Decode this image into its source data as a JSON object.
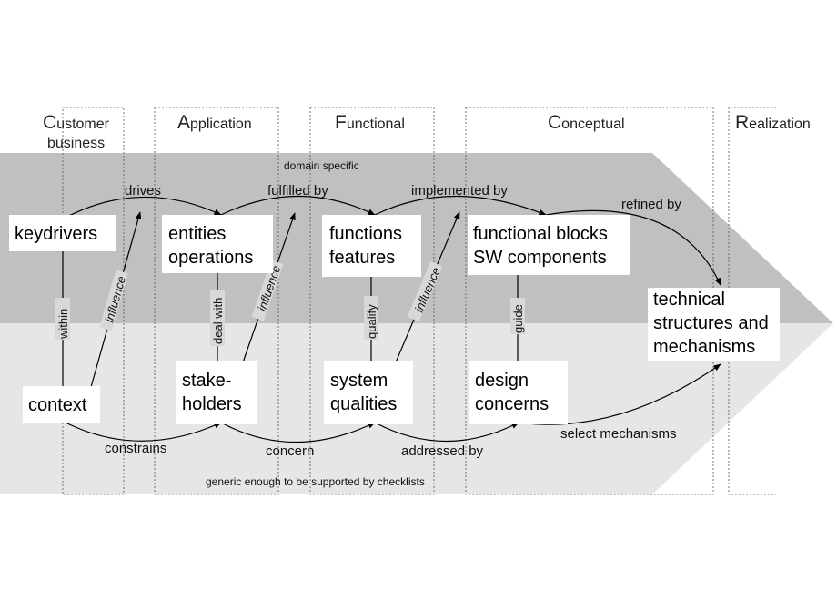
{
  "columns": {
    "customer": {
      "cap": "C",
      "rest": "ustomer",
      "line2": "business"
    },
    "application": {
      "cap": "A",
      "rest": "pplication"
    },
    "functional": {
      "cap": "F",
      "rest": "unctional"
    },
    "conceptual": {
      "cap": "C",
      "rest": "onceptual"
    },
    "realization": {
      "cap": "R",
      "rest": "ealization"
    }
  },
  "bands": {
    "top": "domain specific",
    "bottom": "generic enough to be supported by checklists"
  },
  "boxes": {
    "keydrivers": [
      "keydrivers"
    ],
    "entities": [
      "entities",
      "operations"
    ],
    "functions": [
      "functions",
      "features"
    ],
    "blocks": [
      "functional blocks",
      "SW components"
    ],
    "technical": [
      "technical",
      "structures and",
      "mechanisms"
    ],
    "context": [
      "context"
    ],
    "stakeholders": [
      "stake-",
      "holders"
    ],
    "qualities": [
      "system",
      "qualities"
    ],
    "design": [
      "design",
      "concerns"
    ]
  },
  "edges": {
    "drives": "drives",
    "fulfilled_by": "fulfilled by",
    "implemented_by": "implemented by",
    "refined_by": "refined by",
    "constrains": "constrains",
    "concern": "concern",
    "addressed_by": "addressed by",
    "select_mechanisms": "select mechanisms",
    "within": "within",
    "deal_with": "deal with",
    "qualify": "qualify",
    "guide": "guide",
    "influence": "influence"
  },
  "colors": {
    "top_band": "#c0c0c0",
    "bottom_band": "#e6e6e6",
    "box": "#ffffff"
  }
}
